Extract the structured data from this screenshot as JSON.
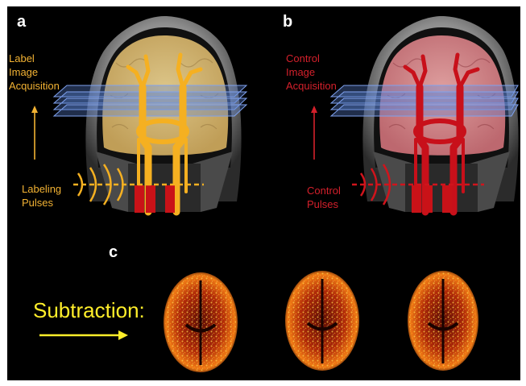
{
  "panels": {
    "a": {
      "letter": "a",
      "acquisition_label": [
        "Label",
        "Image",
        "Acquisition"
      ],
      "pulse_label": [
        "Labeling",
        "Pulses"
      ]
    },
    "b": {
      "letter": "b",
      "acquisition_label": [
        "Control",
        "Image",
        "Acquisition"
      ],
      "pulse_label": [
        "Control",
        "Pulses"
      ]
    },
    "c": {
      "letter": "c",
      "operation_label": "Subtraction:"
    }
  },
  "colors": {
    "label_overlay": "#f5a623",
    "control_overlay": "#d0141c",
    "label_text": "#f2b233",
    "control_text": "#d4202b",
    "subtraction_text": "#ffee2a",
    "slab": "#5b83d6"
  }
}
